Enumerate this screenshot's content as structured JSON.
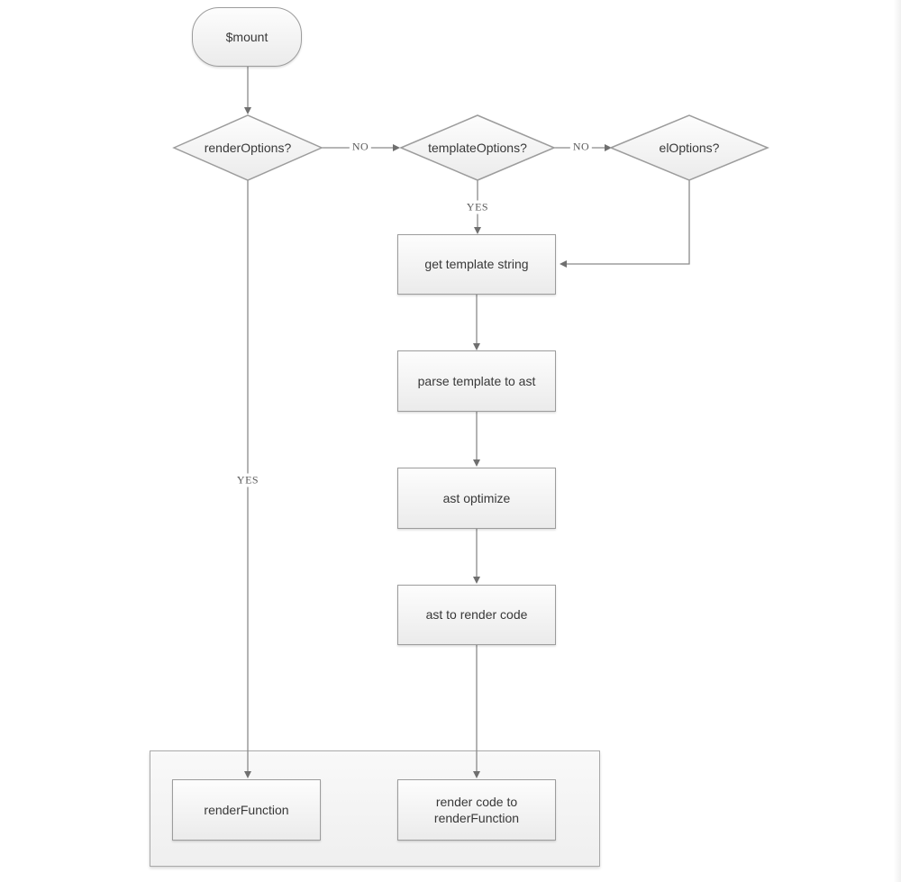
{
  "diagram": {
    "type": "flowchart",
    "nodes": {
      "mount": {
        "label": "$mount",
        "shape": "stadium"
      },
      "renderOptions": {
        "label": "renderOptions?",
        "shape": "diamond"
      },
      "templateOptions": {
        "label": "templateOptions?",
        "shape": "diamond"
      },
      "elOptions": {
        "label": "elOptions?",
        "shape": "diamond"
      },
      "getTemplateString": {
        "label": "get template string",
        "shape": "process"
      },
      "parseTemplateToAst": {
        "label": "parse template to ast",
        "shape": "process"
      },
      "astOptimize": {
        "label": "ast optimize",
        "shape": "process"
      },
      "astToRenderCode": {
        "label": "ast to render code",
        "shape": "process"
      },
      "renderFunction": {
        "label": "renderFunction",
        "shape": "process"
      },
      "renderCodeToRenderFunction": {
        "label": "render code to renderFunction",
        "shape": "process"
      }
    },
    "edges": {
      "mount_to_renderOptions": {
        "label": ""
      },
      "renderOptions_to_templateOptions": {
        "label": "NO"
      },
      "templateOptions_to_elOptions": {
        "label": "NO"
      },
      "templateOptions_to_getTemplateString": {
        "label": "YES"
      },
      "elOptions_to_getTemplateString": {
        "label": ""
      },
      "renderOptions_to_renderFunction": {
        "label": "YES"
      },
      "astToRenderCode_to_renderCode": {
        "label": ""
      }
    },
    "colors": {
      "background": "#ffffff",
      "shape_border": "#9c9c9c",
      "shape_fill_top": "#fdfdfd",
      "shape_fill_bottom": "#ebebeb",
      "container_fill_top": "#f9f9f9",
      "container_fill_bottom": "#efefef",
      "line": "#8a8a8a",
      "text": "#383838",
      "edge_label_text": "#5a5a5a"
    }
  }
}
